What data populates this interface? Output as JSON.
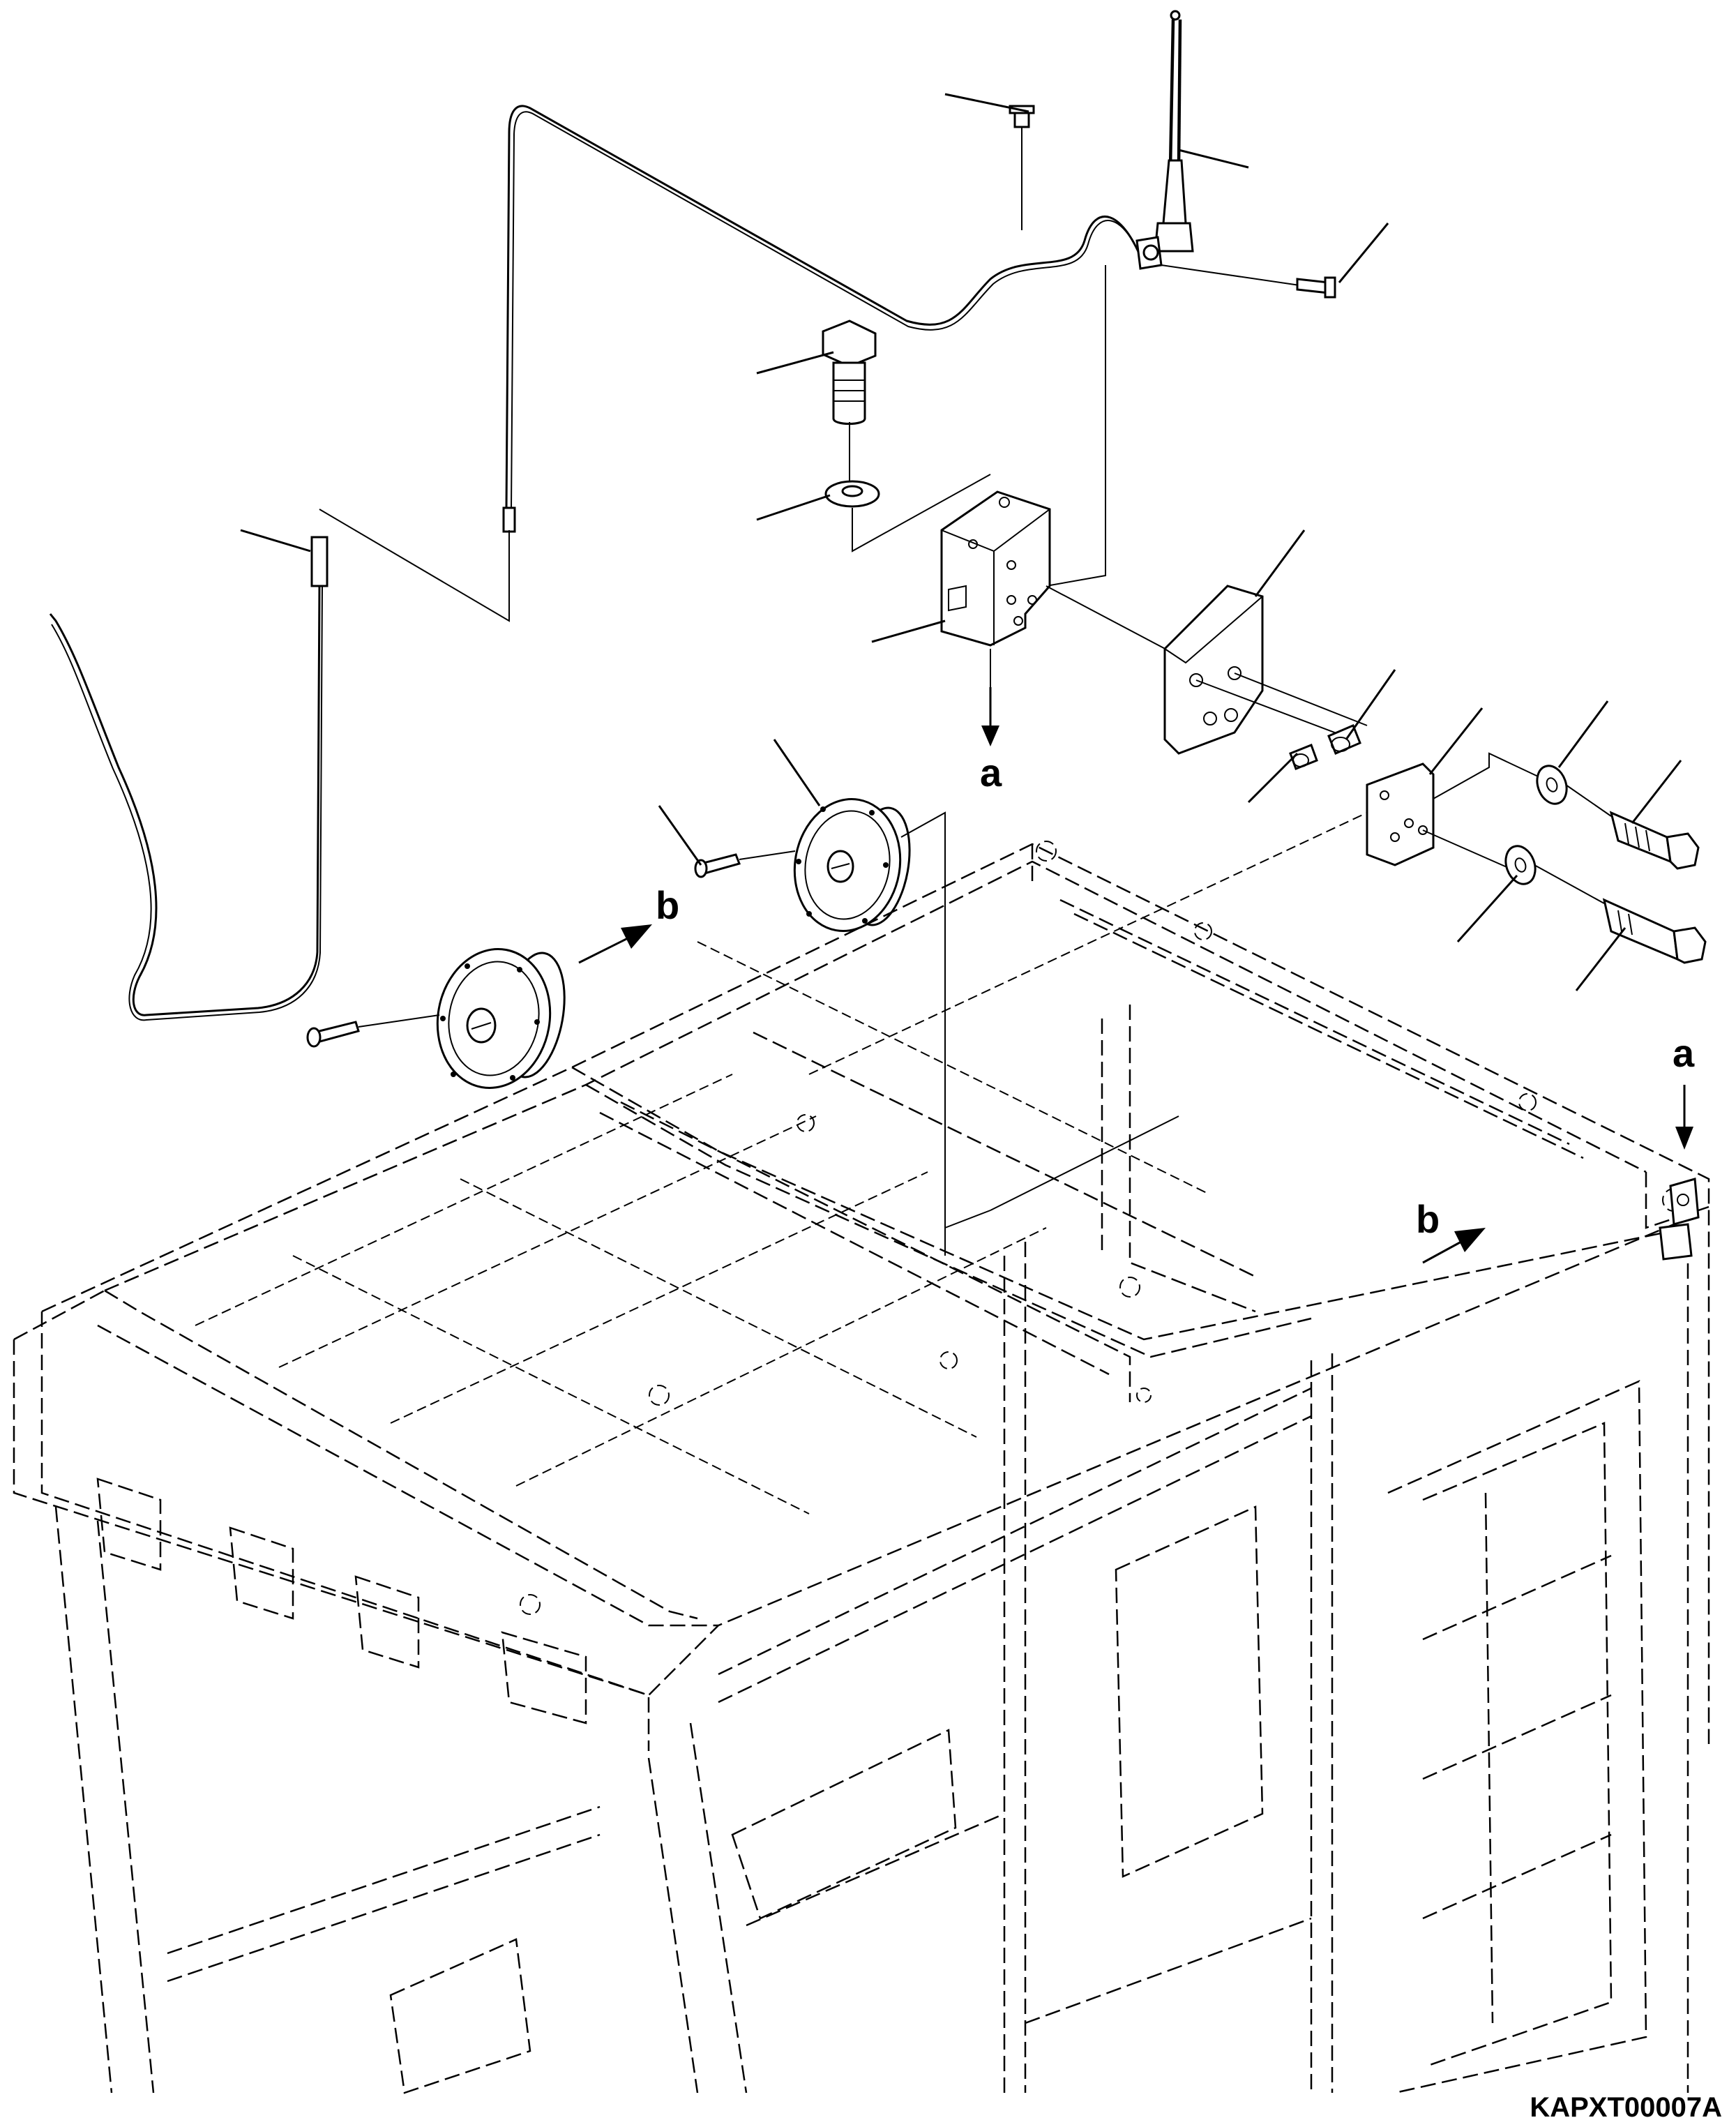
{
  "drawing": {
    "code": "KAPXT00007A",
    "view_labels": {
      "a_top": "a",
      "a_right": "a",
      "b_left": "b",
      "b_right": "b"
    }
  },
  "colors": {
    "line": "#000000",
    "background": "#ffffff"
  },
  "icons": [
    "arrow-icon"
  ]
}
